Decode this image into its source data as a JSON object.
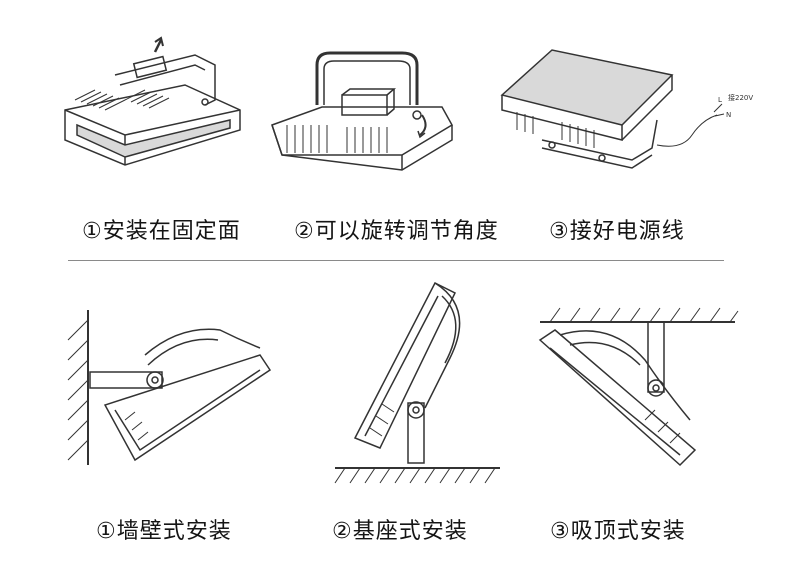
{
  "top_row": [
    {
      "caption": "①安装在固定面"
    },
    {
      "caption": "②可以旋转调节角度"
    },
    {
      "caption": "③接好电源线",
      "wire_labels": {
        "live": "L",
        "voltage": "接220V",
        "neutral": "N"
      }
    }
  ],
  "bottom_row": [
    {
      "caption": "①墙壁式安装"
    },
    {
      "caption": "②基座式安装"
    },
    {
      "caption": "③吸顶式安装"
    }
  ],
  "colors": {
    "line": "#333333",
    "glass": "#d9d9d9",
    "hatch": "#444444"
  }
}
